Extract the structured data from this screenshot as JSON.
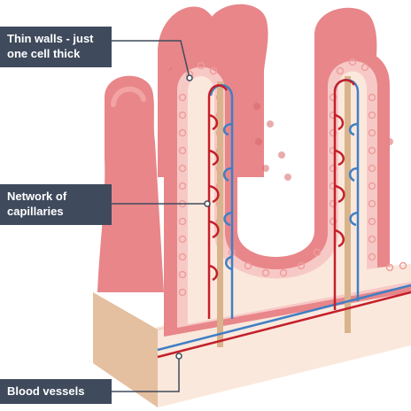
{
  "labels": {
    "thin_walls": {
      "line1": "Thin walls - just",
      "line2": "one cell thick"
    },
    "capillaries": {
      "line1": "Network of",
      "line2": "capillaries"
    },
    "blood_vessels": {
      "line1": "Blood vessels"
    }
  },
  "colors": {
    "villus_outer": "#e8868a",
    "villus_dark": "#d9676c",
    "villus_light": "#f2a3a3",
    "cell_layer": "#f7c9c6",
    "cell_dot": "#ee9d9b",
    "core": "#fbe8dc",
    "artery": "#c41f2a",
    "vein": "#3f7fc6",
    "lacteal": "#d9b38c",
    "base_side": "#e4bfa0",
    "label_bg": "#3f4a5c",
    "label_text": "#ffffff",
    "leader_line": "#3f4a5c"
  }
}
